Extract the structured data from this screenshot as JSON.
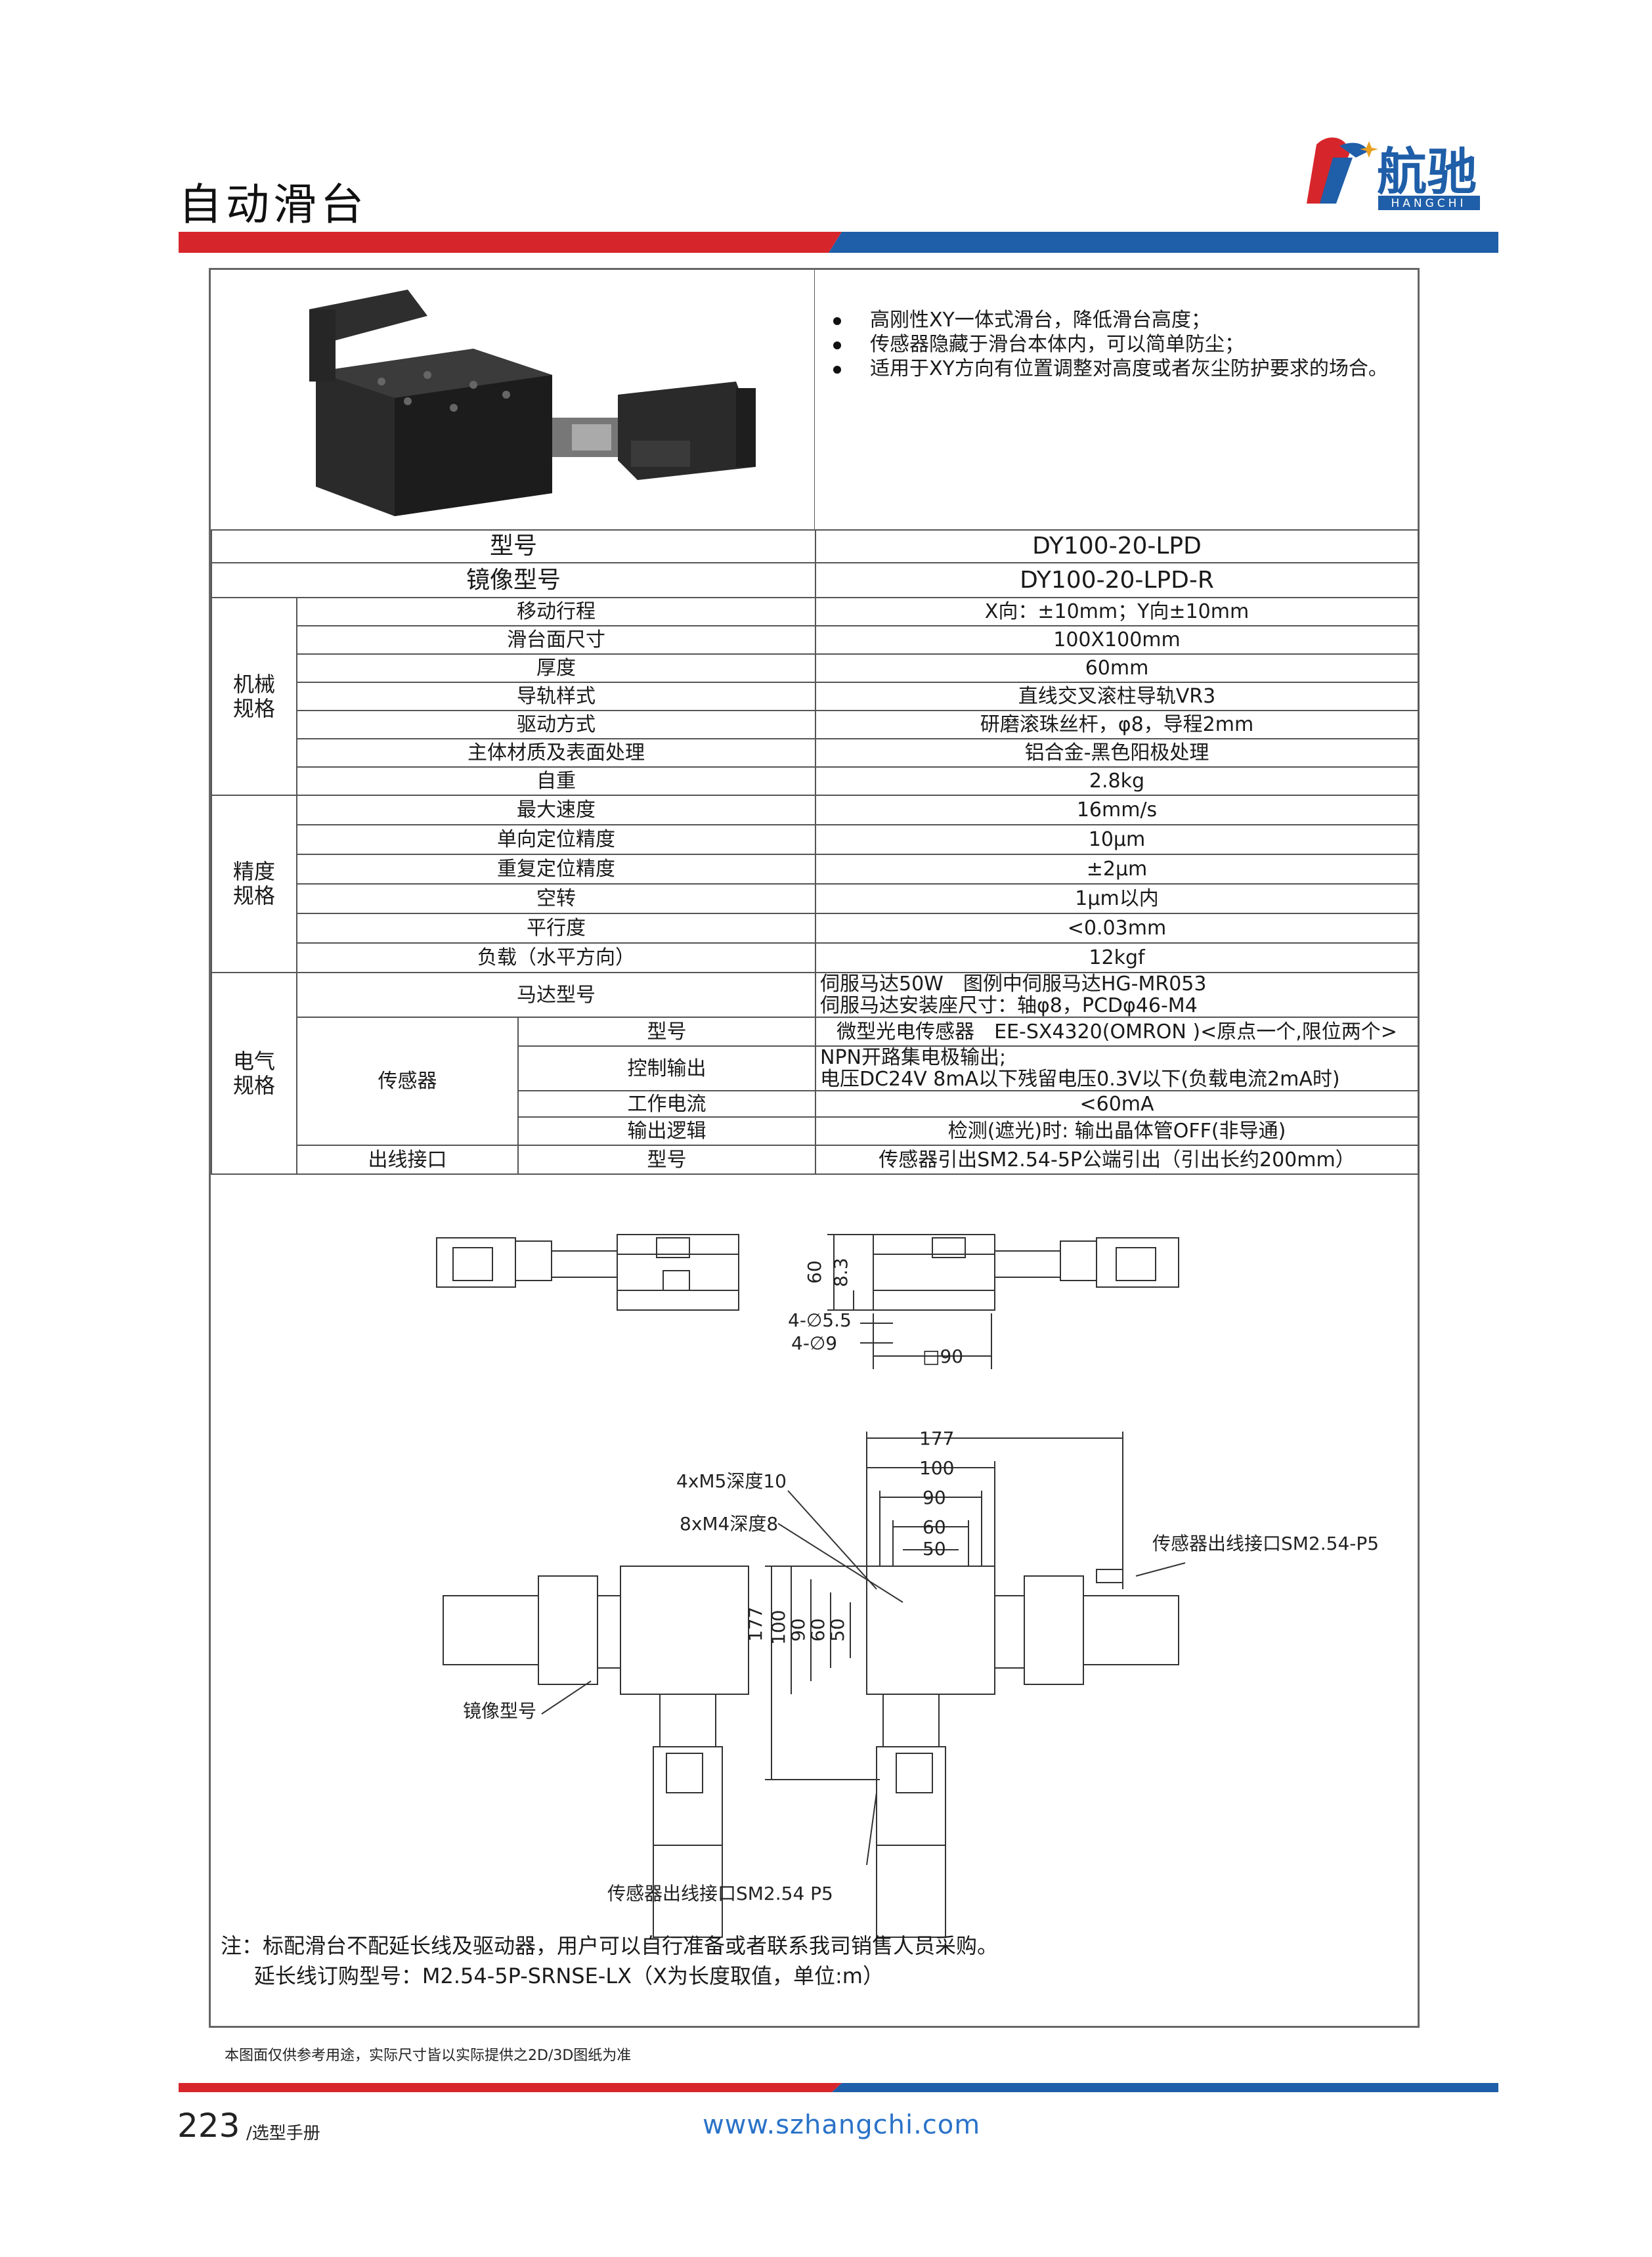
{
  "header": {
    "title": "自动滑台",
    "brand_cn": "航驰",
    "brand_en": "HANGCHI"
  },
  "colors": {
    "red": "#d7262b",
    "blue": "#1f5ea8",
    "link": "#2a72c8"
  },
  "features": [
    "高刚性XY一体式滑台，降低滑台高度；",
    "传感器隐藏于滑台本体内，可以简单防尘；",
    "适用于XY方向有位置调整对高度或者灰尘防护要求的场合。"
  ],
  "table": {
    "model_label": "型号",
    "model_value": "DY100-20-LPD",
    "mirror_label": "镜像型号",
    "mirror_value": "DY100-20-LPD-R",
    "mech": {
      "group": "机械\n规格",
      "rows": [
        {
          "label": "移动行程",
          "value": "X向：±10mm；Y向±10mm"
        },
        {
          "label": "滑台面尺寸",
          "value": "100X100mm"
        },
        {
          "label": "厚度",
          "value": "60mm"
        },
        {
          "label": "导轨样式",
          "value": "直线交叉滚柱导轨VR3"
        },
        {
          "label": "驱动方式",
          "value": "研磨滚珠丝杆，φ8，导程2mm"
        },
        {
          "label": "主体材质及表面处理",
          "value": "铝合金-黑色阳极处理"
        },
        {
          "label": "自重",
          "value": "2.8kg"
        }
      ]
    },
    "prec": {
      "group": "精度\n规格",
      "rows": [
        {
          "label": "最大速度",
          "value": "16mm/s"
        },
        {
          "label": "单向定位精度",
          "value": "10μm"
        },
        {
          "label": "重复定位精度",
          "value": "±2μm"
        },
        {
          "label": "空转",
          "value": "1μm以内"
        },
        {
          "label": "平行度",
          "value": "<0.03mm"
        },
        {
          "label": "负载（水平方向）",
          "value": "12kgf"
        }
      ]
    },
    "elec": {
      "group": "电气\n规格",
      "motor_label": "马达型号",
      "motor_value": "伺服马达50W　图例中伺服马达HG-MR053\n伺服马达安装座尺寸：轴φ8，PCDφ46-M4",
      "sensor_label": "传感器",
      "sensor_rows": [
        {
          "label": "型号",
          "value": "微型光电传感器　EE-SX4320(OMRON )<原点一个,限位两个>"
        },
        {
          "label": "控制输出",
          "value": "NPN开路集电极输出;\n电压DC24V 8mA以下残留电压0.3V以下(负载电流2mA时)"
        },
        {
          "label": "工作电流",
          "value": "<60mA"
        },
        {
          "label": "输出逻辑",
          "value": "检测(遮光)时: 输出晶体管OFF(非导通)"
        }
      ],
      "connector_label": "出线接口",
      "connector_sub": "型号",
      "connector_value": "传感器引出SM2.54-5P公端引出（引出长约200mm）"
    }
  },
  "drawing": {
    "top_dims": [
      "60",
      "8.3",
      "4-∅5.5",
      "4-∅9",
      "□90"
    ],
    "plan_dims": [
      "177",
      "100",
      "90",
      "60",
      "50"
    ],
    "callouts": [
      "4xM5深度10",
      "8xM4深度8",
      "传感器出线接口SM2.54-P5",
      "镜像型号",
      "传感器出线接口SM2.54 P5"
    ]
  },
  "note": "注：标配滑台不配延长线及驱动器，用户可以自行准备或者联系我司销售人员采购。\n     延长线订购型号：M2.54-5P-SRNSE-LX（X为长度取值，单位:m）",
  "disclaimer": "本图面仅供参考用途，实际尺寸皆以实际提供之2D/3D图纸为准",
  "footer": {
    "page_number": "223",
    "page_suffix": "/选型手册",
    "website": "www.szhangchi.com"
  }
}
